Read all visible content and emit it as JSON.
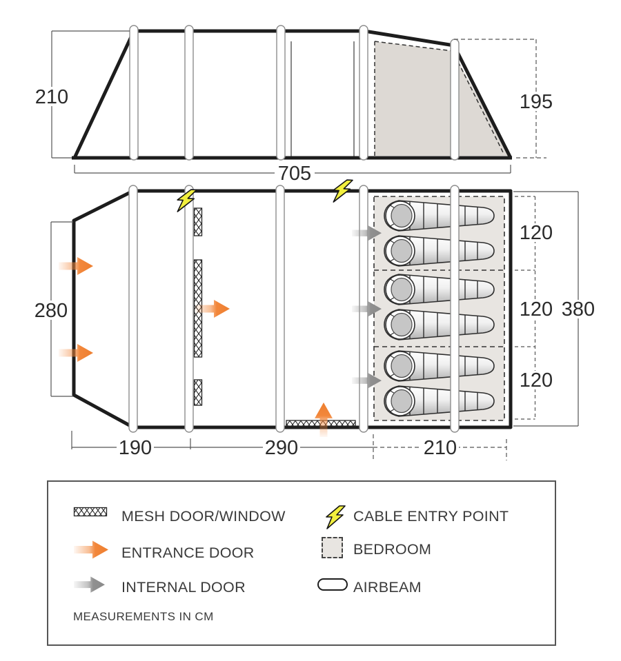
{
  "elevation": {
    "height_left": "210",
    "height_right": "195",
    "total_length": "705"
  },
  "floorplan": {
    "front_width": "280",
    "total_width": "380",
    "section_lengths": {
      "front": "190",
      "middle": "290",
      "bedroom": "210"
    },
    "bedroom_widths": [
      "120",
      "120",
      "120"
    ]
  },
  "legend": {
    "items": [
      {
        "id": "mesh",
        "label": "MESH DOOR/WINDOW"
      },
      {
        "id": "cable",
        "label": "CABLE ENTRY POINT"
      },
      {
        "id": "entrance",
        "label": "ENTRANCE DOOR"
      },
      {
        "id": "bedroom",
        "label": "BEDROOM"
      },
      {
        "id": "internal",
        "label": "INTERNAL DOOR"
      },
      {
        "id": "airbeam",
        "label": "AIRBEAM"
      }
    ],
    "note": "MEASUREMENTS IN CM"
  },
  "colors": {
    "line": "#1d1d1d",
    "accent_orange": "#f2873b",
    "internal_gray": "#969696",
    "bolt_yellow": "#f2ef3e",
    "bedroom_fill": "#e8e5e1"
  }
}
